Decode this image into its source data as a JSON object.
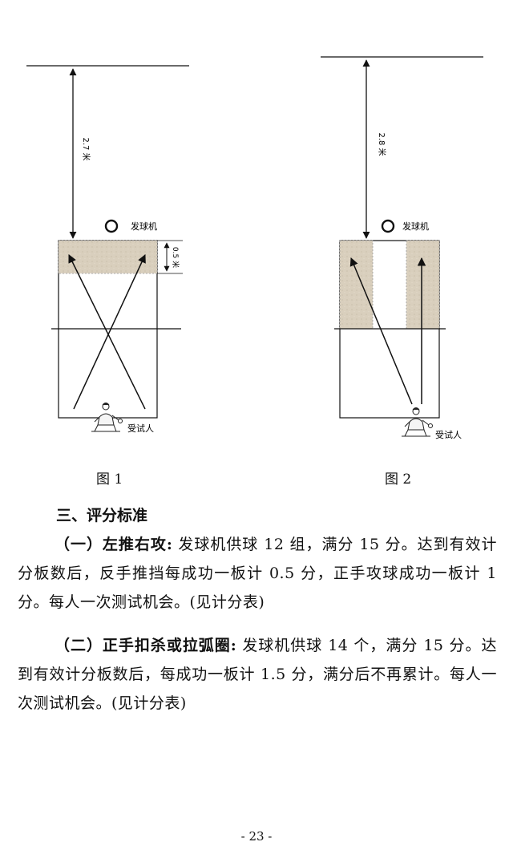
{
  "figure1": {
    "caption": "图 1",
    "distance_label": "2.7 米",
    "zone_label": "0.5 米",
    "machine_label": "发球机",
    "receiver_label": "受试人"
  },
  "figure2": {
    "caption": "图 2",
    "distance_label": "2.8 米",
    "machine_label": "发球机",
    "receiver_label": "受试人"
  },
  "section": {
    "heading": "三、评分标准",
    "para1_lead": "（一）左推右攻:",
    "para1_body": " 发球机供球 12 组，满分 15 分。达到有效计分板数后，反手推挡每成功一板计 0.5 分，正手攻球成功一板计 1 分。每人一次测试机会。(见计分表)",
    "para2_lead": "（二）正手扣杀或拉弧圈:",
    "para2_body": " 发球机供球 14 个，满分 15 分。达到有效计分板数后，每成功一板计 1.5 分，满分后不再累计。每人一次测试机会。(见计分表)"
  },
  "footer": {
    "page_number": "- 23 -"
  },
  "colors": {
    "zone_fill": "#d9cfbd",
    "line": "#111111"
  }
}
